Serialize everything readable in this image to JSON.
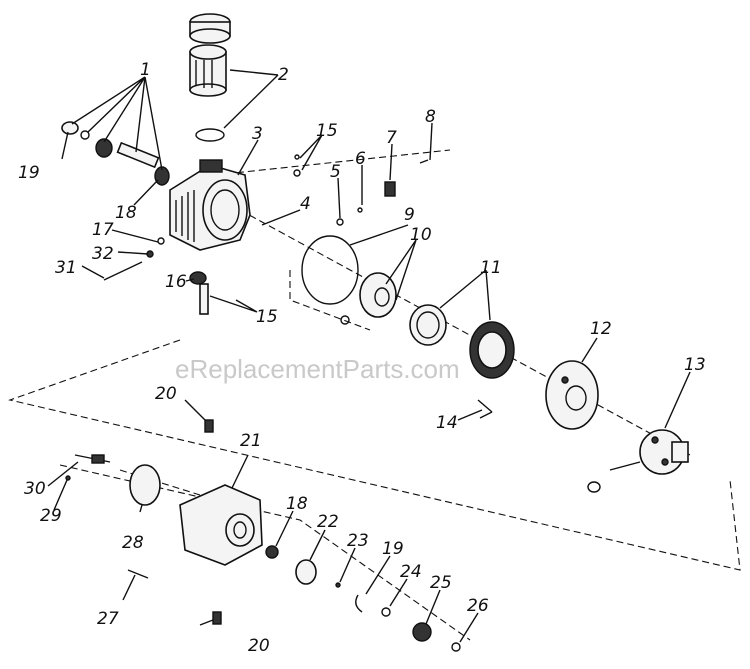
{
  "watermark": "eReplacementParts.com",
  "callouts": {
    "c1": "1",
    "c2": "2",
    "c3": "3",
    "c4": "4",
    "c5": "5",
    "c6": "6",
    "c7": "7",
    "c8": "8",
    "c9": "9",
    "c10": "10",
    "c11": "11",
    "c12": "12",
    "c13": "13",
    "c14": "14",
    "c15a": "15",
    "c15b": "15",
    "c16": "16",
    "c17": "17",
    "c18a": "18",
    "c18b": "18",
    "c19a": "19",
    "c19b": "19",
    "c20a": "20",
    "c20b": "20",
    "c21": "21",
    "c22": "22",
    "c23": "23",
    "c24": "24",
    "c25": "25",
    "c26": "26",
    "c27": "27",
    "c28": "28",
    "c29": "29",
    "c30": "30",
    "c31": "31",
    "c32": "32"
  }
}
